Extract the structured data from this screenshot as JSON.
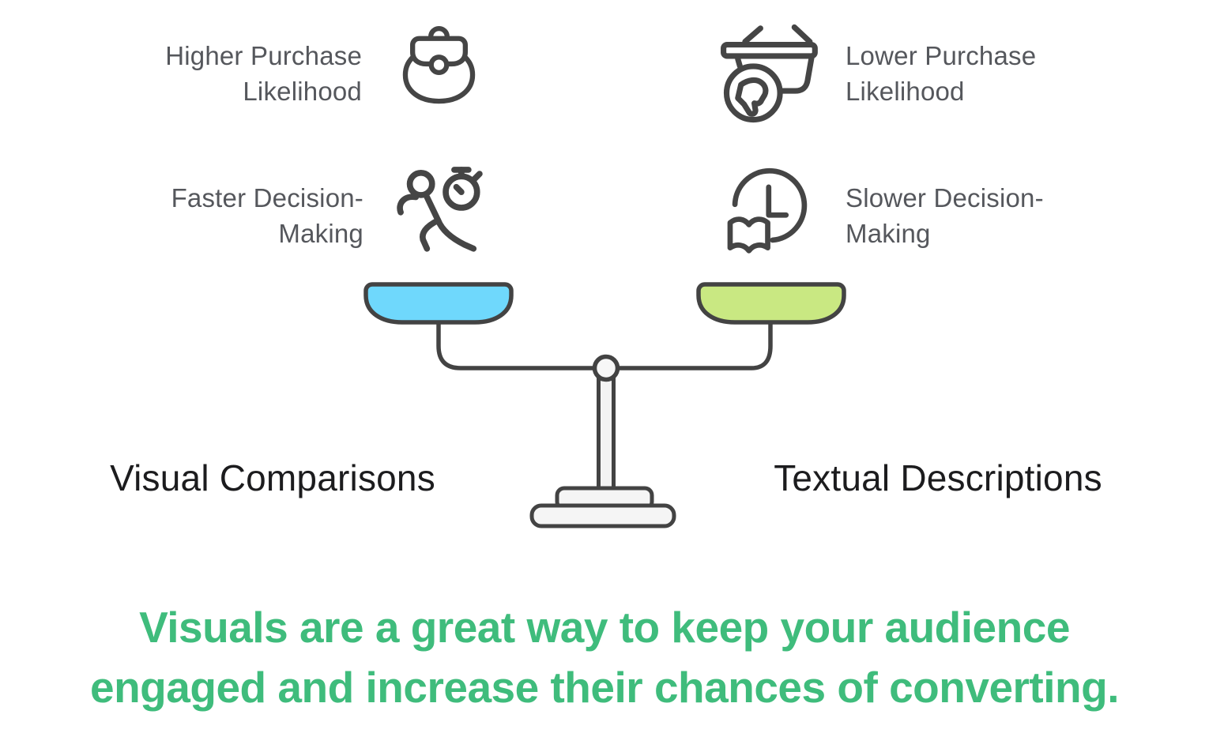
{
  "comparison": {
    "left": {
      "title": "Visual Comparisons",
      "pan_color": "#6FD8FC",
      "items": [
        {
          "label": "Higher Purchase Likelihood",
          "icon": "briefcase-icon"
        },
        {
          "label": "Faster Decision-Making",
          "icon": "runner-stopwatch-icon"
        }
      ]
    },
    "right": {
      "title": "Textual Descriptions",
      "pan_color": "#C9E882",
      "items": [
        {
          "label": "Lower Purchase Likelihood",
          "icon": "basket-thumbs-down-icon"
        },
        {
          "label": "Slower Decision-Making",
          "icon": "clock-book-icon"
        }
      ]
    }
  },
  "caption": {
    "line1": "Visuals are a great way to keep your audience",
    "line2": "engaged and increase their chances of converting."
  },
  "colors": {
    "background": "#FFFFFF",
    "icon_stroke": "#454545",
    "item_label_text": "#55575C",
    "side_title_text": "#1C1C1E",
    "left_pan": "#6FD8FC",
    "right_pan": "#C9E882",
    "caption_text": "#3FBC7C",
    "scale_outline": "#434343",
    "scale_fill": "#F2F2F2"
  }
}
